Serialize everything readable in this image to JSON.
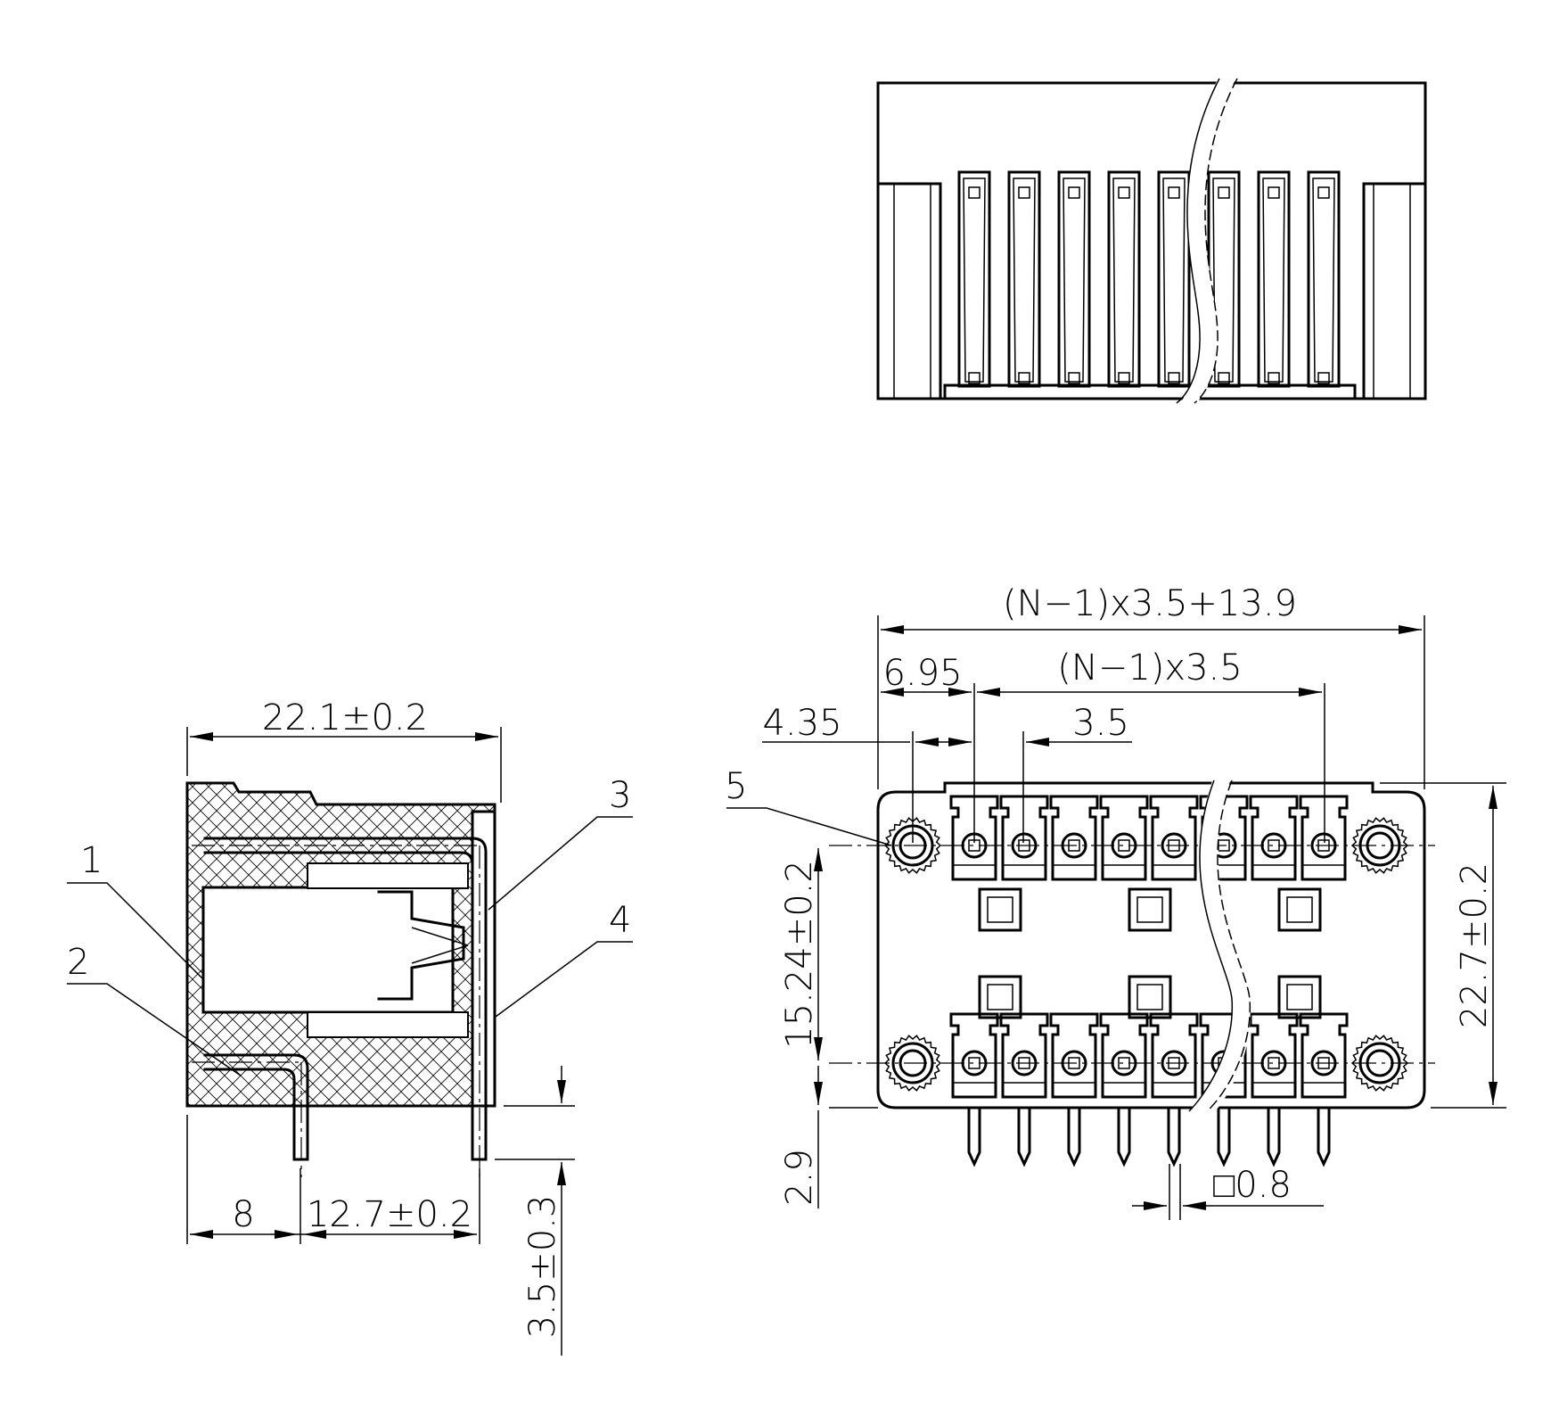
{
  "labels": {
    "overall_width": "(N−1)x3.5+13.9",
    "pin_span": "(N−1)x3.5",
    "offset_a": "6.95",
    "offset_b": "4.35",
    "pitch": "3.5",
    "body_height": "22.7±0.2",
    "row_spacing": "15.24±0.2",
    "pin_tail": "2.9",
    "pin_size": "□0.8",
    "side_depth": "22.1±0.2",
    "side_offset": "8",
    "side_row_spacing": "12.7±0.2",
    "side_pin_tail": "3.5±0.3",
    "callout_1": "1",
    "callout_2": "2",
    "callout_3": "3",
    "callout_4": "4",
    "callout_5": "5"
  },
  "pins_per_row": 8,
  "colors": {
    "line": "#000000",
    "background": "#ffffff"
  }
}
